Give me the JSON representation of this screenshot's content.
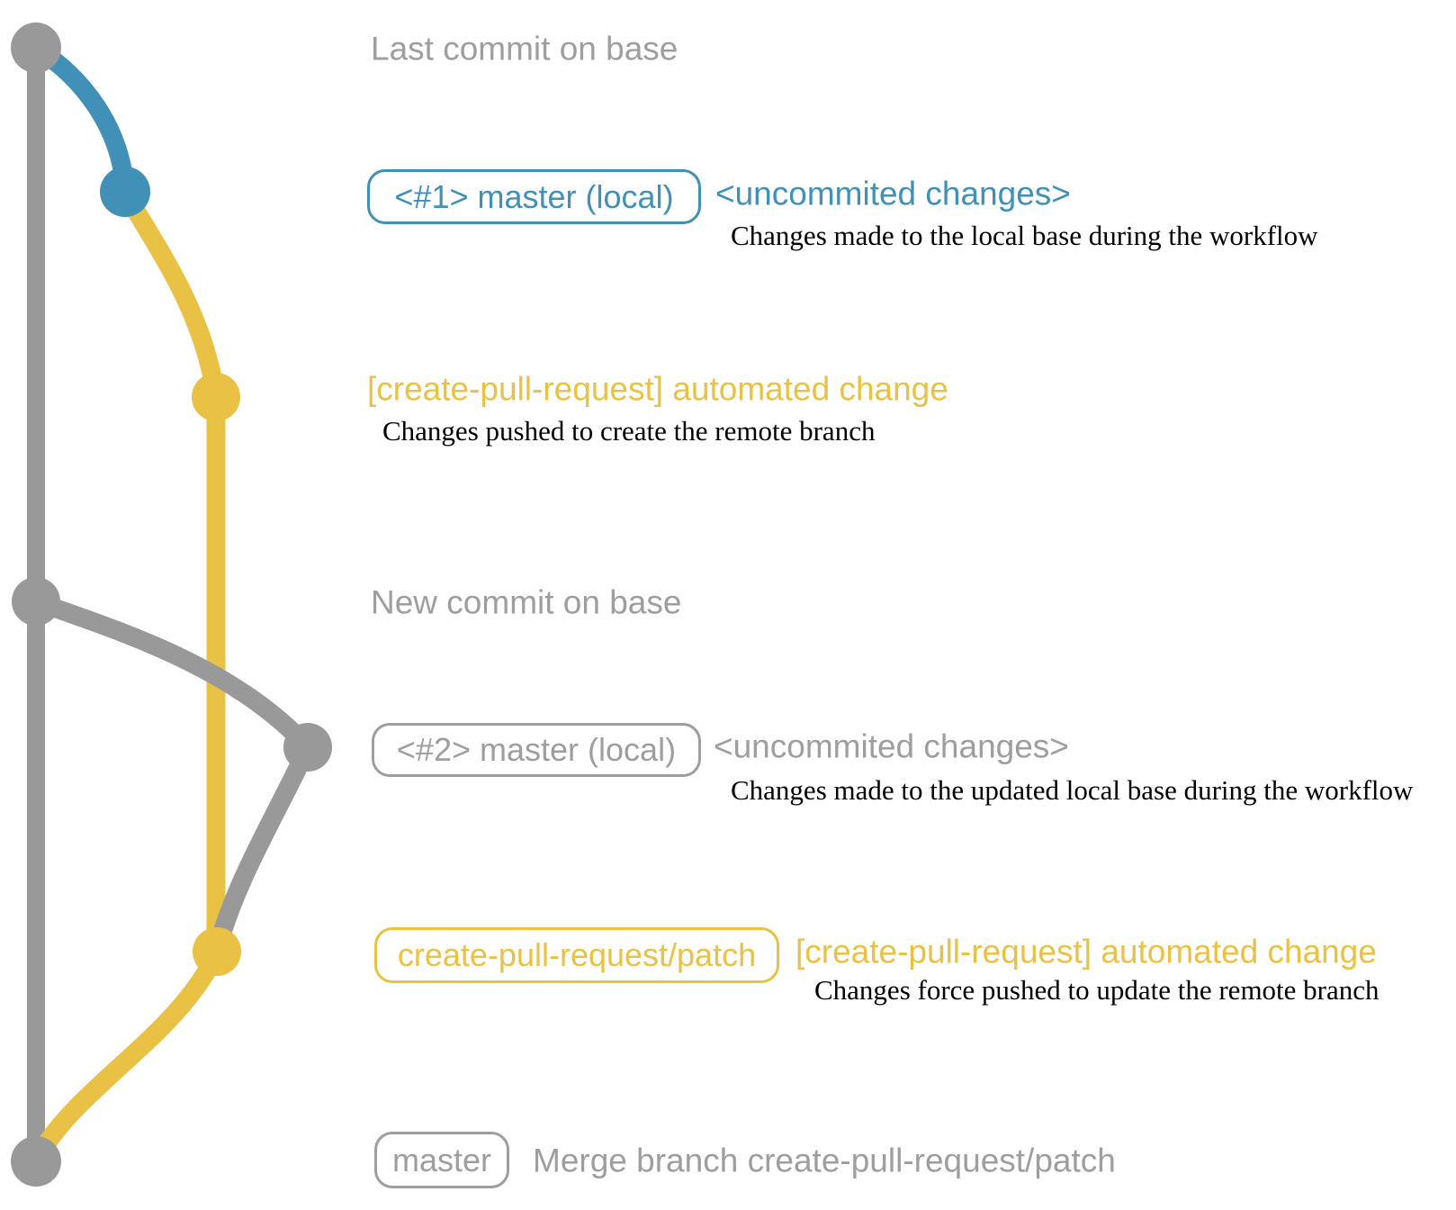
{
  "colors": {
    "gray": "#999999",
    "gray_text": "#9e9e9e",
    "blue": "#4190b7",
    "yellow": "#e9c245",
    "caption": "#000000"
  },
  "graph": {
    "nodes": [
      {
        "id": "last-commit-on-base",
        "color": "gray"
      },
      {
        "id": "local-commit-1",
        "color": "blue"
      },
      {
        "id": "remote-commit-1",
        "color": "yellow"
      },
      {
        "id": "new-commit-on-base",
        "color": "gray"
      },
      {
        "id": "local-commit-2",
        "color": "gray"
      },
      {
        "id": "remote-commit-2",
        "color": "yellow"
      },
      {
        "id": "merge-commit",
        "color": "gray"
      }
    ]
  },
  "annotations": {
    "last_commit_label": "Last commit on base",
    "new_commit_label": "New commit on base",
    "row1": {
      "pill": "<#1> master (local)",
      "heading": "<uncommited changes>",
      "caption": "Changes made to the local base during the workflow"
    },
    "row2": {
      "heading": "[create-pull-request] automated change",
      "caption": "Changes pushed to create the remote branch"
    },
    "row3": {
      "pill": "<#2> master (local)",
      "heading": "<uncommited changes>",
      "caption": "Changes made to the updated local base during the workflow"
    },
    "row4": {
      "pill": "create-pull-request/patch",
      "heading": "[create-pull-request] automated change",
      "caption": "Changes force pushed to update the remote branch"
    },
    "row5": {
      "pill": "master",
      "heading": "Merge branch create-pull-request/patch"
    }
  }
}
